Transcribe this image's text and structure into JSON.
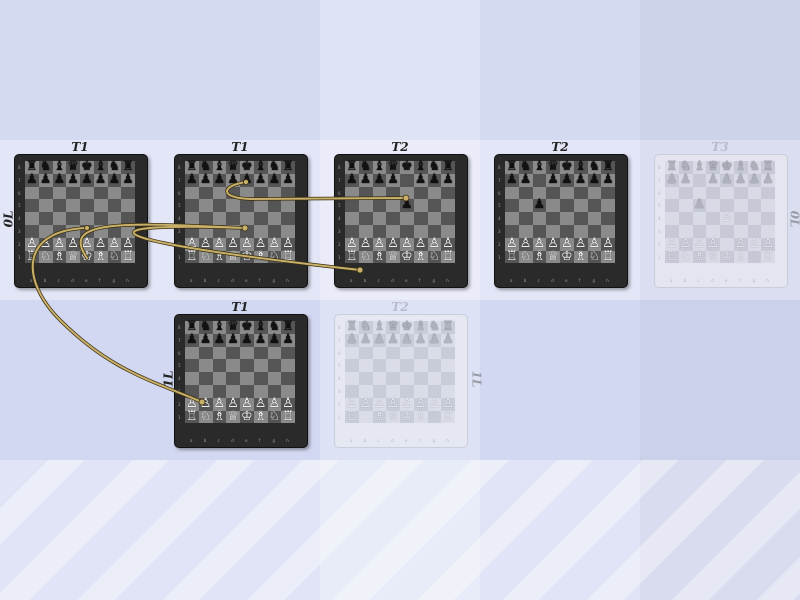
{
  "boards": [
    {
      "id": "b1",
      "turn": "T1",
      "ghost": false,
      "pieces": [
        "rnbqkbnr",
        "pppppppp",
        "........",
        "........",
        "........",
        "........",
        "PPPPPPPP",
        "RNBQKBNR"
      ]
    },
    {
      "id": "b2",
      "turn": "T1",
      "ghost": false,
      "pieces": [
        "rnbqkbnr",
        "pppppppp",
        "........",
        "........",
        "........",
        "........",
        "PPPPPPPP",
        "RNBQKBNR"
      ]
    },
    {
      "id": "b3",
      "turn": "T2",
      "ghost": false,
      "pieces": [
        "rnbqkbnr",
        "pppp.ppp",
        "........",
        "....p...",
        "........",
        "........",
        "PPPPPPPP",
        "RNBQKBNR"
      ]
    },
    {
      "id": "b4",
      "turn": "T2",
      "ghost": false,
      "pieces": [
        "rnbqkbnr",
        "pp.ppppp",
        "........",
        "..p.....",
        "........",
        "........",
        "PPPPPPPP",
        "RNBQKBNR"
      ]
    },
    {
      "id": "b5",
      "turn": "T3",
      "ghost": true,
      "pieces": [
        "rnbqkbnr",
        "pp.ppppp",
        "........",
        "..p.....",
        "....P...",
        "........",
        "PPPP.PPP",
        "RNBQKBNR"
      ]
    },
    {
      "id": "b6",
      "turn": "T1",
      "ghost": false,
      "pieces": [
        "rnbqkbnr",
        "pppppppp",
        "........",
        "........",
        "........",
        "........",
        "PPPPPPPP",
        "RNBQKBNR"
      ]
    },
    {
      "id": "b7",
      "turn": "T2",
      "ghost": true,
      "pieces": [
        "rnbqkbnr",
        "pppppppp",
        "........",
        "........",
        "........",
        "N.......",
        "PPPPPPPP",
        "R.BQKBNR"
      ]
    }
  ],
  "timelines": {
    "main": "0L",
    "main_mirror": "0L",
    "branch": "1L",
    "branch_mirror": "1L"
  },
  "files": [
    "a",
    "b",
    "c",
    "d",
    "e",
    "f",
    "g",
    "h"
  ],
  "ranks": [
    "8",
    "7",
    "6",
    "5",
    "4",
    "3",
    "2",
    "1"
  ],
  "colors": {
    "arrow": "#c8b06a",
    "arrow_outline": "#3a2f10",
    "dark_square": "#555555",
    "light_square": "#8a8a8a"
  }
}
